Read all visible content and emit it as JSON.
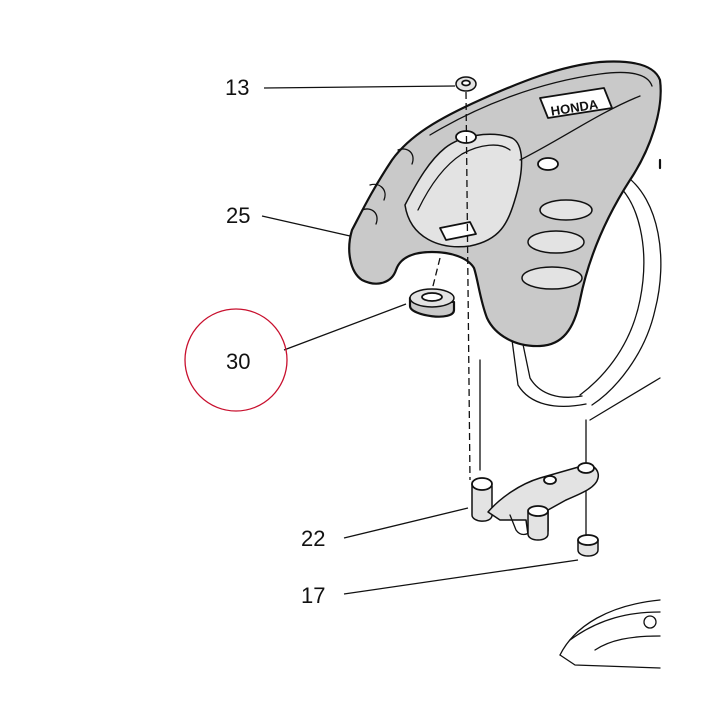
{
  "callouts": [
    {
      "id": "13",
      "label": "13"
    },
    {
      "id": "25",
      "label": "25"
    },
    {
      "id": "30",
      "label": "30"
    },
    {
      "id": "22",
      "label": "22"
    },
    {
      "id": "17",
      "label": "17"
    }
  ],
  "highlight_color": "#c8102e",
  "logo_text": "HONDA"
}
